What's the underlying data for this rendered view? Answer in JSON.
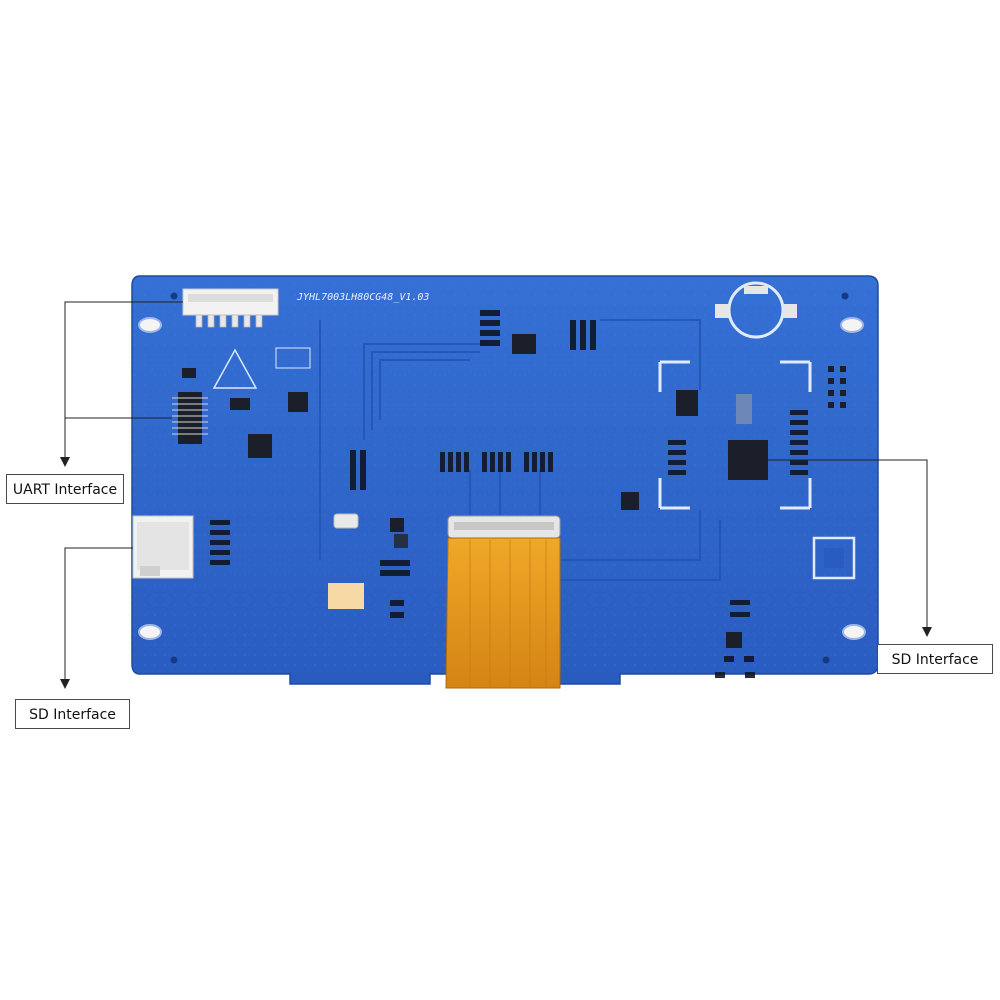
{
  "board": {
    "model_label": "JYHL7003LH80CG48_V1.03"
  },
  "callouts": {
    "uart": {
      "label": "UART Interface"
    },
    "sd_left": {
      "label": "SD Interface"
    },
    "sd_right": {
      "label": "SD Interface"
    }
  },
  "colors": {
    "pcb_blue": "#2f64c8",
    "pcb_edge": "#1f4aa0",
    "flex_cable": "#e59a1e",
    "component_dark": "#1b1f2a",
    "connector_white": "#f2f2f2",
    "line": "#222222"
  }
}
